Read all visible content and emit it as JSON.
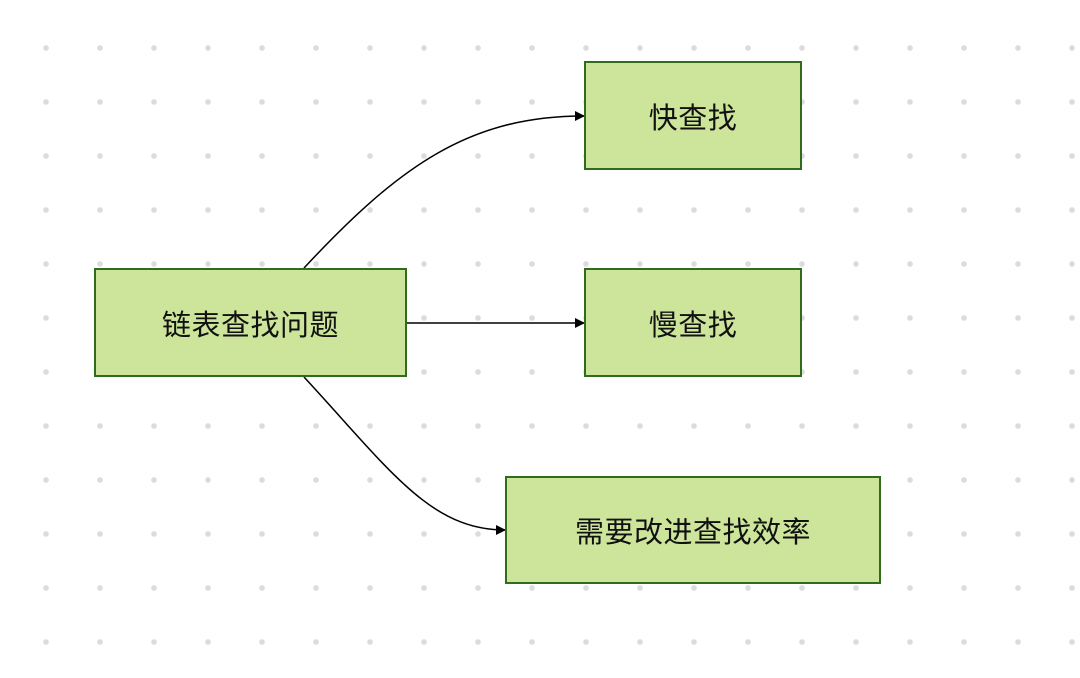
{
  "diagram": {
    "colors": {
      "node_fill": "#cde49b",
      "node_border": "#2f6d1d",
      "edge": "#000000",
      "dot_grid": "#dcdcdc"
    },
    "nodes": {
      "root": {
        "label": "链表查找问题"
      },
      "fast": {
        "label": "快查找"
      },
      "slow": {
        "label": "慢查找"
      },
      "improve": {
        "label": "需要改进查找效率"
      }
    },
    "edges": [
      {
        "from": "root",
        "to": "fast"
      },
      {
        "from": "root",
        "to": "slow"
      },
      {
        "from": "root",
        "to": "improve"
      }
    ]
  }
}
